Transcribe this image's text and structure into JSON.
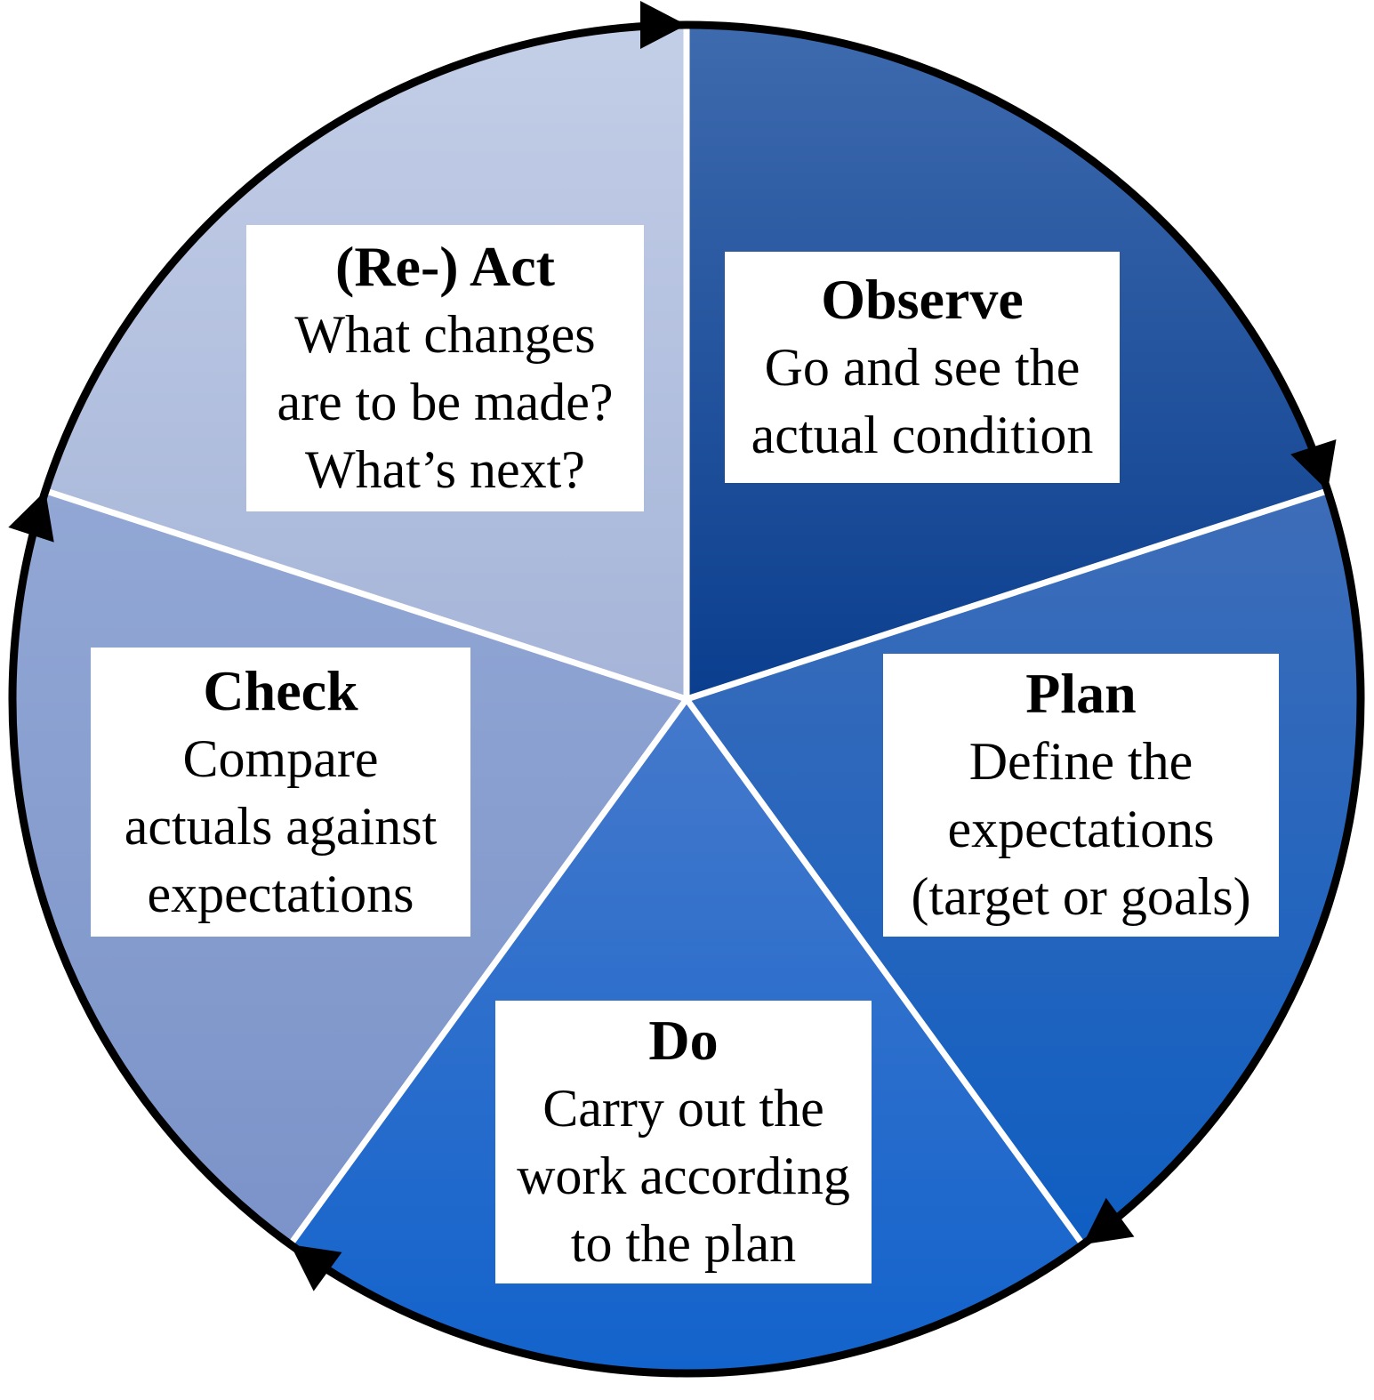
{
  "diagram": {
    "type": "cycle-diagram",
    "flow_direction": "clockwise",
    "background_color": "#ffffff",
    "outline_color": "#000000",
    "divider_color": "#ffffff",
    "arrow_color": "#000000",
    "box_color": "#ffffff",
    "text_color": "#000000",
    "segments": [
      {
        "id": "observe",
        "title": "Observe",
        "body_lines": [
          "Go and see the",
          "actual condition"
        ],
        "color_top": "#3e6aae",
        "color_bottom": "#0a3e8e"
      },
      {
        "id": "plan",
        "title": "Plan",
        "body_lines": [
          "Define the",
          "expectations",
          "(target or goals)"
        ],
        "color_top": "#3e6db8",
        "color_bottom": "#0f5ec2"
      },
      {
        "id": "do",
        "title": "Do",
        "body_lines": [
          "Carry out the",
          "work according",
          "to the plan"
        ],
        "color_top": "#4579cb",
        "color_bottom": "#1263cc"
      },
      {
        "id": "check",
        "title": "Check",
        "body_lines": [
          "Compare",
          "actuals against",
          "expectations"
        ],
        "color_top": "#92a7d4",
        "color_bottom": "#7b93c9"
      },
      {
        "id": "react",
        "title": "(Re-) Act",
        "body_lines": [
          "What changes",
          "are to be made?",
          "What’s next?"
        ],
        "color_top": "#c3cee7",
        "color_bottom": "#a5b4d8"
      }
    ]
  }
}
